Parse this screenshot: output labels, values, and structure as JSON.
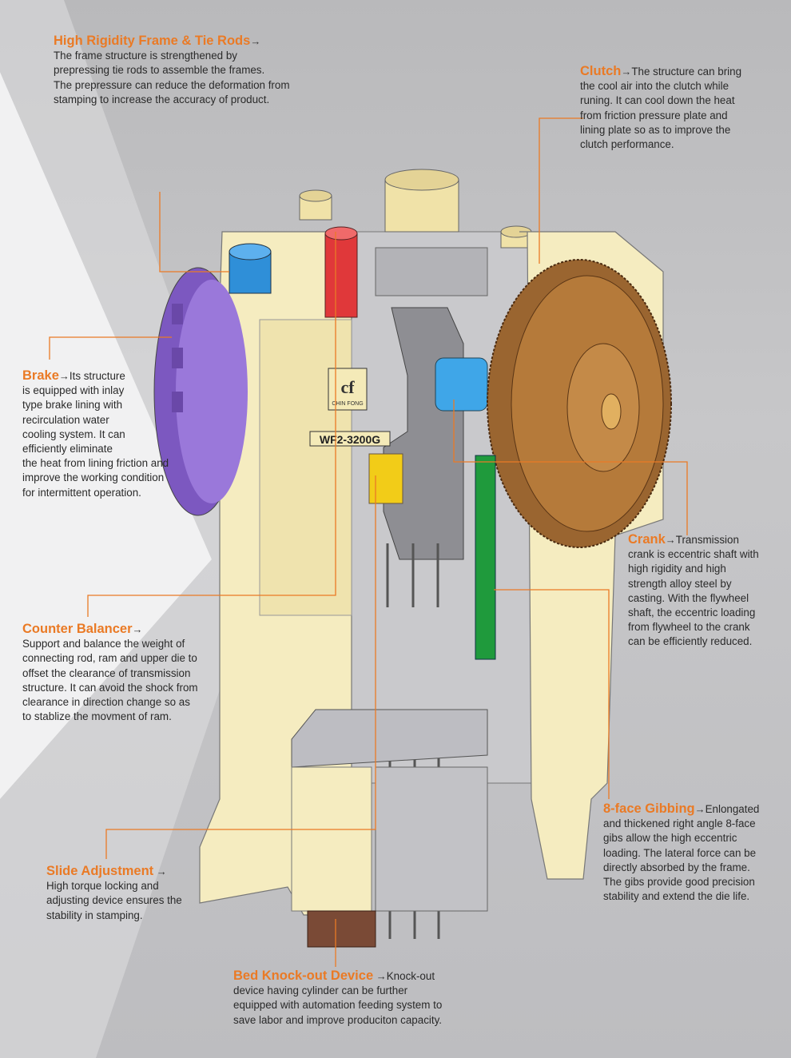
{
  "machine": {
    "logo_text": "CHIN FONG",
    "logo_mark": "cf",
    "model": "WF2-3200G"
  },
  "colors": {
    "accent": "#ea7a25",
    "frame": "#f5ecc0",
    "brake": "#8f6ad0",
    "gear": "#b57a3a",
    "shaft": "#3fa6e8",
    "gib": "#1f9a3c",
    "cylinder_red": "#e0383a",
    "cylinder_blue": "#2f8fd8"
  },
  "callouts": {
    "frame": {
      "title": "High Rigidity Frame & Tie Rods",
      "arrow": "→",
      "lines": [
        "The frame structure is strengthened by",
        "prepressing tie rods to assemble the frames.",
        "The prepressure can reduce the deformation from",
        "stamping to increase the accuracy of product."
      ]
    },
    "clutch": {
      "title": "Clutch",
      "arrow": "→",
      "lead": "The structure can bring",
      "lines": [
        "the cool air into the clutch while",
        "runing. It can cool down the heat",
        "from friction pressure plate and",
        "lining plate so as to improve the",
        "clutch performance."
      ]
    },
    "brake": {
      "title": "Brake",
      "arrow": "→",
      "lead": "Its structure",
      "lines": [
        "is equipped with inlay",
        "type brake lining with",
        "recirculation water",
        "cooling system. It can",
        "efficiently eliminate",
        "the heat from lining friction and",
        "improve the working condition",
        "for intermittent operation."
      ]
    },
    "crank": {
      "title": "Crank",
      "arrow": "→",
      "lead": "Transmission",
      "lines": [
        "crank is eccentric shaft with",
        "high rigidity and high",
        "strength alloy steel by",
        "casting. With the flywheel",
        "shaft, the eccentric loading",
        "from flywheel to the crank",
        "can be efficiently reduced."
      ]
    },
    "counter": {
      "title": "Counter Balancer",
      "arrow": "→",
      "lines": [
        "Support and balance the weight of",
        "connecting rod, ram and upper die to",
        "offset the clearance of transmission",
        "structure. It can avoid the shock from",
        "clearance in direction change so as",
        "to stablize the movment of ram."
      ]
    },
    "gibbing": {
      "title": "8-face Gibbing",
      "arrow": "→",
      "lead": "Enlongated",
      "lines": [
        "and thickened right angle 8-face",
        "gibs allow the high eccentric",
        "loading. The lateral force can be",
        "directly absorbed by the frame.",
        "The gibs provide good precision",
        "stability and extend the die life."
      ]
    },
    "slide": {
      "title": "Slide Adjustment",
      "arrow": " →",
      "lines": [
        "High torque locking and",
        "adjusting device ensures the",
        "stability in stamping."
      ]
    },
    "knockout": {
      "title": "Bed Knock-out Device",
      "arrow": " →",
      "lead": "Knock-out",
      "lines": [
        "device having cylinder can be further",
        "equipped with automation feeding system  to",
        "save labor and improve produciton capacity."
      ]
    }
  }
}
